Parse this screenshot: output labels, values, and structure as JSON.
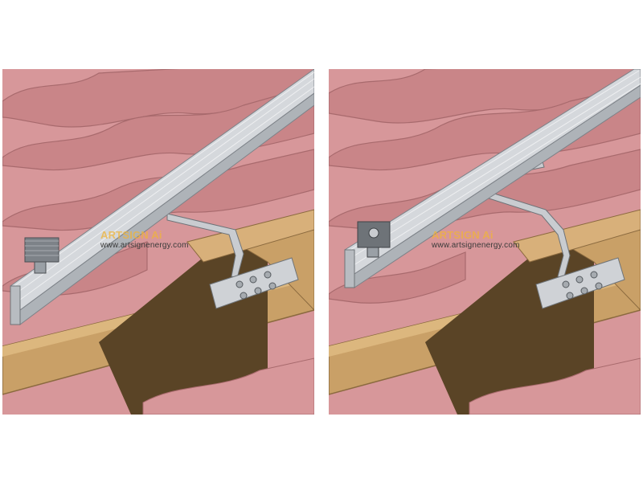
{
  "panels": [
    {
      "id": "left",
      "watermark": {
        "url": "www.artsignenergy.com"
      }
    },
    {
      "id": "right",
      "watermark": {
        "url": "www.artsignenergy.com"
      }
    }
  ],
  "colors": {
    "background": "#ffffff",
    "roof_tile": "#d7979a",
    "roof_tile_shadow": "#b87577",
    "wood": "#c9a067",
    "wood_dark": "#8b6a3f",
    "cavity": "#5a4426",
    "rail": "#c9ccd0",
    "rail_dark": "#8f949a",
    "logo_accent": "#f0b43a"
  },
  "icons": [
    "artsign-logo",
    "solar-rail",
    "tile-roof-hook",
    "end-clamp"
  ]
}
